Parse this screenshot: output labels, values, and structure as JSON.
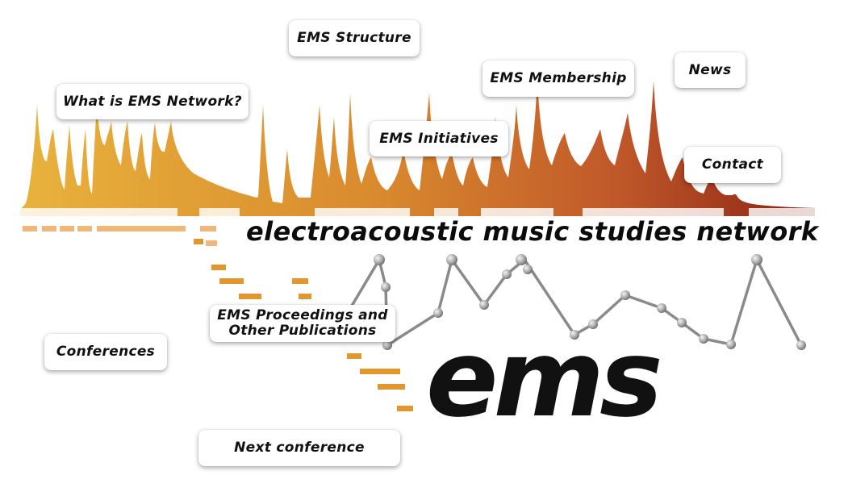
{
  "site": {
    "tagline": "electroacoustic music studies network",
    "logo": "ems"
  },
  "nav": {
    "what_is": "What is EMS Network?",
    "structure": "EMS Structure",
    "membership": "EMS Membership",
    "news": "News",
    "initiatives": "EMS Initiatives",
    "contact": "Contact",
    "proceedings_line1": "EMS Proceedings and",
    "proceedings_line2": "Other Publications",
    "conferences": "Conferences",
    "next_conference": "Next conference"
  },
  "colors": {
    "waveform_start": "#e8b23c",
    "waveform_mid": "#d98a2e",
    "waveform_end": "#8a2414",
    "accent_orange": "#e2962e",
    "connector_gray": "#8a8a8a",
    "text": "#111111"
  }
}
